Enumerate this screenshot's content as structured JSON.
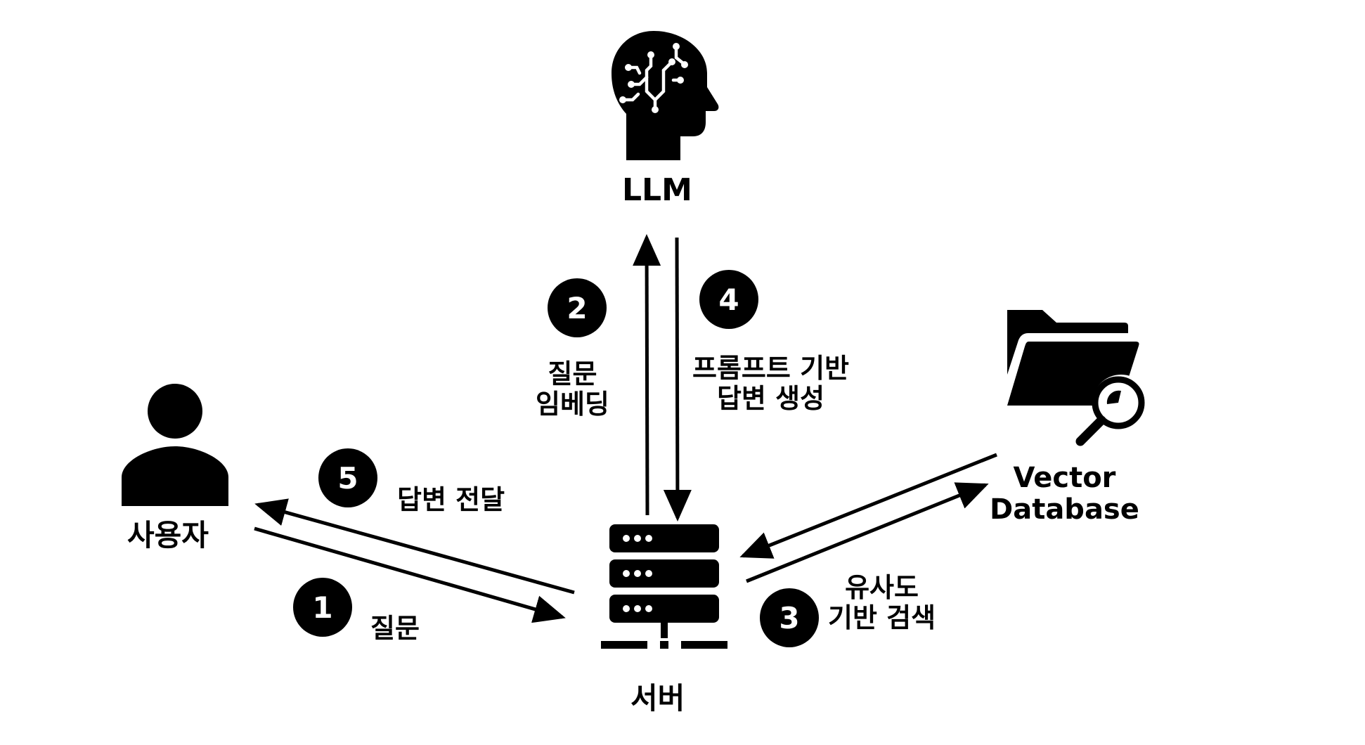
{
  "nodes": {
    "llm": {
      "label": "LLM",
      "icon": "brain-head-icon"
    },
    "user": {
      "label": "사용자",
      "icon": "user-icon"
    },
    "server": {
      "label": "서버",
      "icon": "server-icon"
    },
    "vector_db": {
      "label_line1": "Vector",
      "label_line2": "Database",
      "icon": "folder-search-icon"
    }
  },
  "steps": [
    {
      "number": "1",
      "label": "질문"
    },
    {
      "number": "2",
      "label_line1": "질문",
      "label_line2": "임베딩"
    },
    {
      "number": "3",
      "label_line1": "유사도",
      "label_line2": "기반 검색"
    },
    {
      "number": "4",
      "label_line1": "프롬프트 기반",
      "label_line2": "답변 생성"
    },
    {
      "number": "5",
      "label": "답변 전달"
    }
  ],
  "colors": {
    "stroke": "#000000",
    "background": "#ffffff"
  }
}
